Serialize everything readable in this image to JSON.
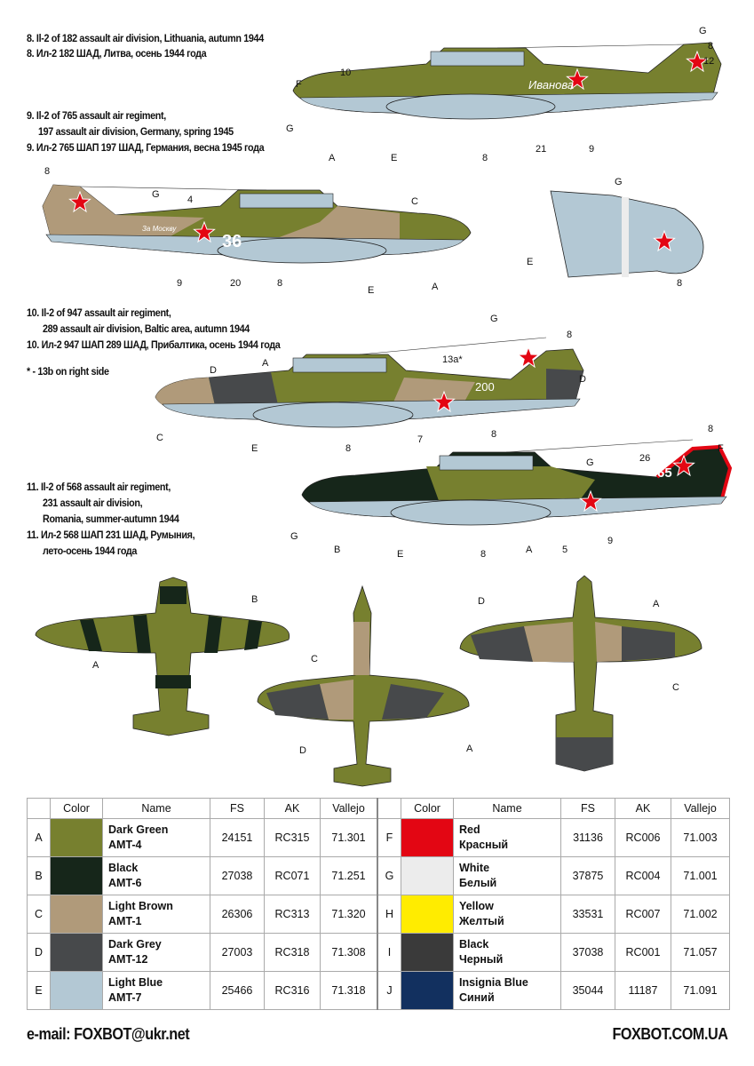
{
  "captions": {
    "p8": [
      "8. Il-2 of 182 assault air division, Lithuania, autumn 1944",
      "8. Ил-2 182 ШАД, Литва, осень 1944 года"
    ],
    "p9": [
      "9. Il-2 of 765 assault air regiment,",
      "197 assault air division, Germany, spring 1945",
      "9. Ил-2 765 ШАП 197 ШАД, Германия, весна 1945 года"
    ],
    "p10": [
      "10. Il-2 of 947 assault air regiment,",
      "289 assault air division, Baltic area, autumn 1944",
      "10. Ил-2 947 ШАП 289 ШАД, Прибалтика, осень 1944 года"
    ],
    "note": "* - 13b on right side",
    "p11": [
      "11. Il-2 of 568 assault air regiment,",
      "231 assault air division,",
      "Romania, summer-autumn 1944",
      "11. Ил-2 568 ШАП 231 ШАД, Румыния,",
      "лето-осень 1944 года"
    ]
  },
  "callouts": {
    "p8": [
      "G",
      "8",
      "12",
      "10",
      "F",
      "G",
      "A",
      "E",
      "8",
      "21",
      "9"
    ],
    "p9": [
      "8",
      "G",
      "4",
      "C",
      "9",
      "20",
      "8",
      "E",
      "A"
    ],
    "wing": [
      "G",
      "E",
      "8"
    ],
    "p10": [
      "G",
      "8",
      "13a*",
      "D",
      "A",
      "D",
      "C",
      "E",
      "8",
      "7",
      "8"
    ],
    "p11": [
      "8",
      "F",
      "26",
      "G",
      "G",
      "B",
      "E",
      "8",
      "A",
      "5",
      "9"
    ],
    "plan": [
      "B",
      "A",
      "C",
      "D",
      "A",
      "D",
      "A",
      "C"
    ]
  },
  "markings": {
    "p8_name": "Иванова",
    "p9_code": "36",
    "p9_slogan": "За Москву",
    "p10_code": "200",
    "p11_code": "65"
  },
  "table": {
    "headers": [
      "",
      "Color",
      "Name",
      "FS",
      "AK",
      "Vallejo"
    ],
    "rows": [
      [
        {
          "id": "A",
          "color": "#77802f",
          "name1": "Dark Green",
          "name2": "AMT-4",
          "fs": "24151",
          "ak": "RC315",
          "vallejo": "71.301"
        },
        {
          "id": "F",
          "color": "#e30613",
          "name1": "Red",
          "name2": "Красный",
          "fs": "31136",
          "ak": "RC006",
          "vallejo": "71.003"
        }
      ],
      [
        {
          "id": "B",
          "color": "#16261a",
          "name1": "Black",
          "name2": "AMT-6",
          "fs": "27038",
          "ak": "RC071",
          "vallejo": "71.251"
        },
        {
          "id": "G",
          "color": "#ececec",
          "name1": "White",
          "name2": "Белый",
          "fs": "37875",
          "ak": "RC004",
          "vallejo": "71.001"
        }
      ],
      [
        {
          "id": "C",
          "color": "#b09a7a",
          "name1": "Light Brown",
          "name2": "AMT-1",
          "fs": "26306",
          "ak": "RC313",
          "vallejo": "71.320"
        },
        {
          "id": "H",
          "color": "#ffec00",
          "name1": "Yellow",
          "name2": "Желтый",
          "fs": "33531",
          "ak": "RC007",
          "vallejo": "71.002"
        }
      ],
      [
        {
          "id": "D",
          "color": "#47494b",
          "name1": "Dark Grey",
          "name2": "AMT-12",
          "fs": "27003",
          "ak": "RC318",
          "vallejo": "71.308"
        },
        {
          "id": "I",
          "color": "#3a3a3a",
          "name1": "Black",
          "name2": "Черный",
          "fs": "37038",
          "ak": "RC001",
          "vallejo": "71.057"
        }
      ],
      [
        {
          "id": "E",
          "color": "#b3c8d4",
          "name1": "Light Blue",
          "name2": "AMT-7",
          "fs": "25466",
          "ak": "RC316",
          "vallejo": "71.318"
        },
        {
          "id": "J",
          "color": "#12305f",
          "name1": "Insignia Blue",
          "name2": "Синий",
          "fs": "35044",
          "ak": "11187",
          "vallejo": "71.091"
        }
      ]
    ]
  },
  "footer": {
    "email": "e-mail: FOXBOT@ukr.net",
    "site": "FOXBOT.COM.UA"
  }
}
